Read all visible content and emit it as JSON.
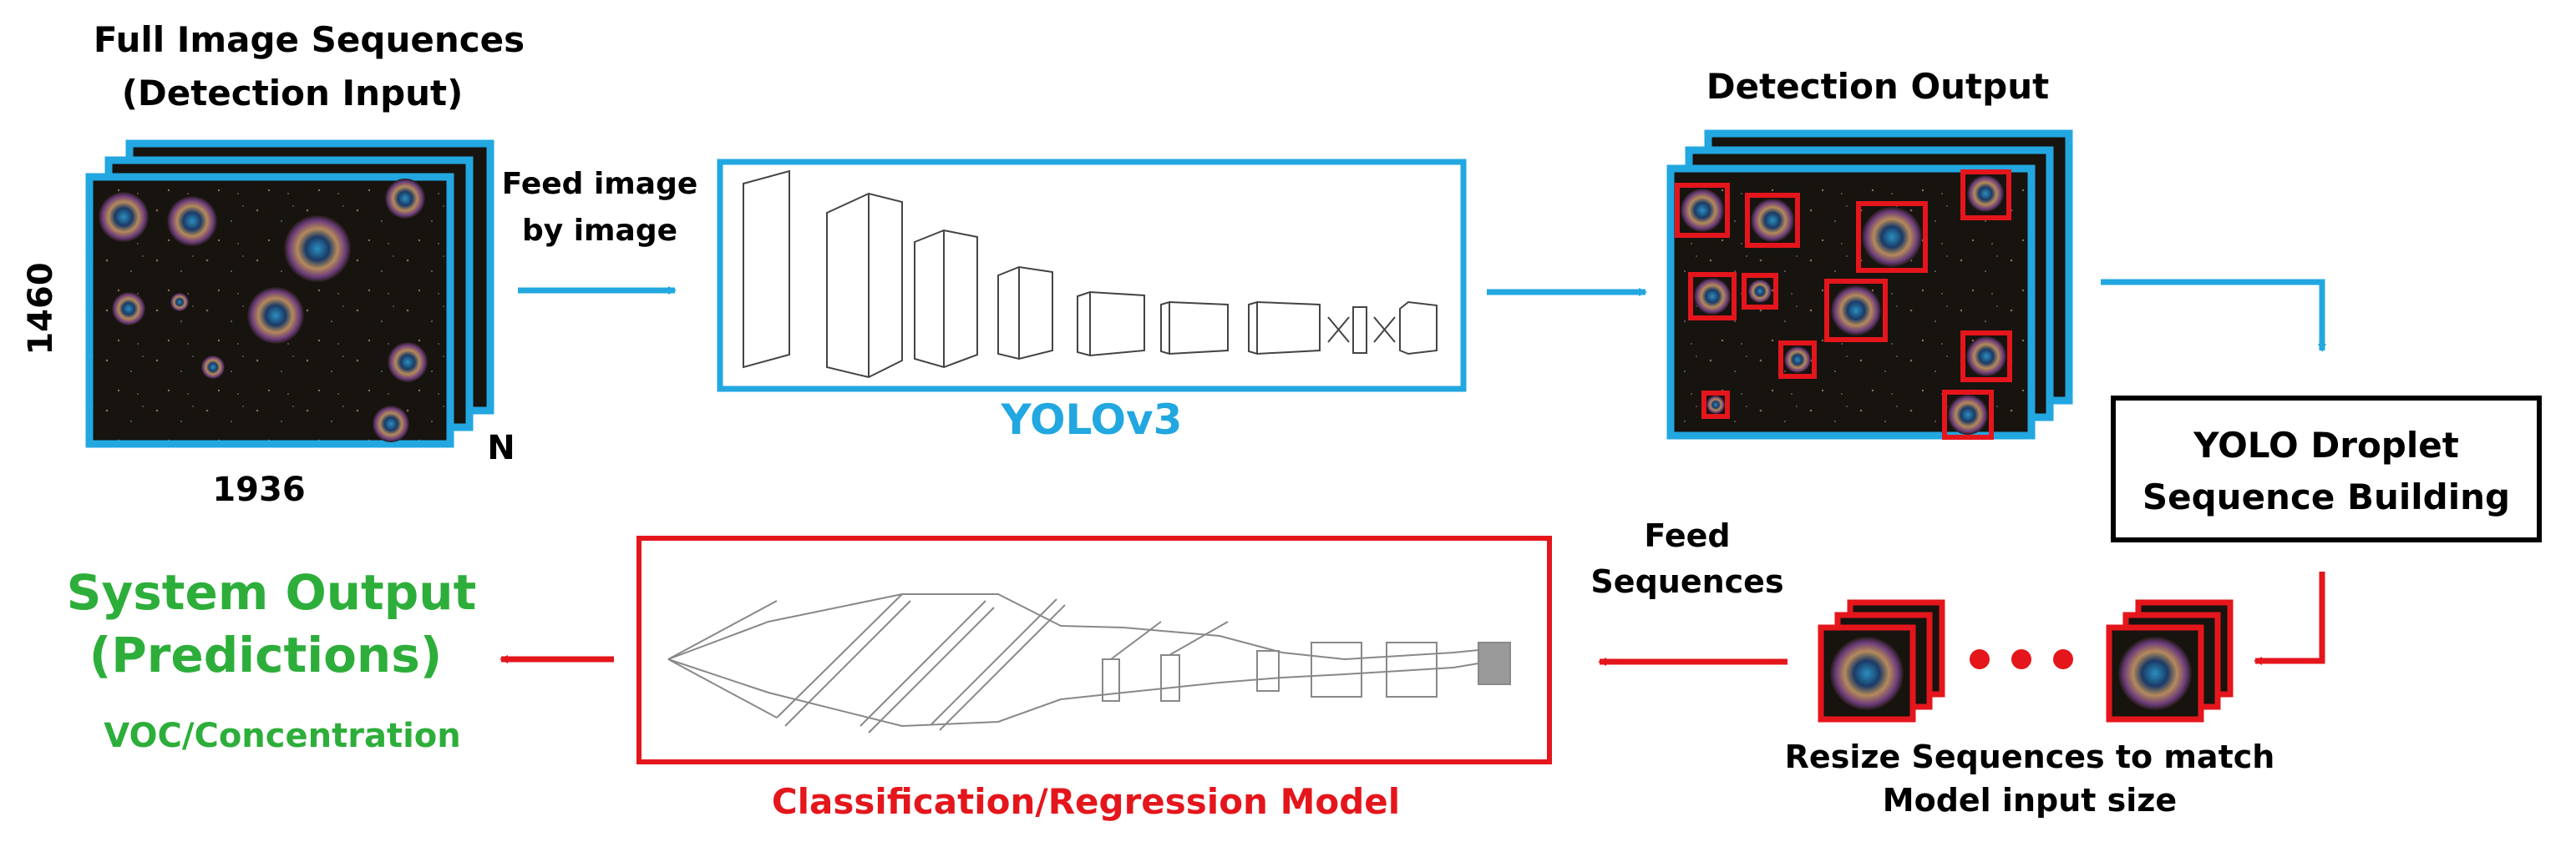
{
  "colors": {
    "blue": "#22a7e0",
    "red": "#e4161c",
    "green": "#2dae3a",
    "black": "#000000",
    "dark_bg": "#17130f"
  },
  "input": {
    "title_line1": "Full Image Sequences",
    "title_line2": "(Detection Input)",
    "height_label": "1460",
    "width_label": "1936",
    "stack_label": "N"
  },
  "feed_image": {
    "line1": "Feed image",
    "line2": "by image"
  },
  "yolo": {
    "label": "YOLOv3"
  },
  "detection_output": {
    "title": "Detection Output"
  },
  "sequence_building": {
    "line1": "YOLO Droplet",
    "line2": "Sequence Building"
  },
  "resize": {
    "line1": "Resize Sequences to match",
    "line2": "Model input size"
  },
  "feed_sequences": {
    "line1": "Feed",
    "line2": "Sequences"
  },
  "classifier": {
    "label": "Classification/Regression  Model"
  },
  "system_output": {
    "line1": "System Output",
    "line2": "(Predictions)",
    "subtitle": "VOC/Concentration"
  }
}
